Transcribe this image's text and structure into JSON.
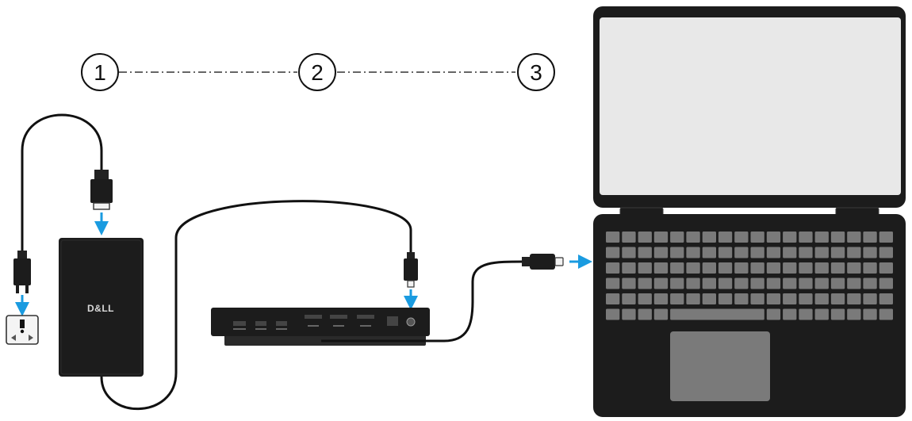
{
  "steps": [
    {
      "number": "1"
    },
    {
      "number": "2"
    },
    {
      "number": "3"
    }
  ],
  "adapter": {
    "brand_text": "D&LL"
  },
  "colors": {
    "arrow": "#1a9be0",
    "device_dark": "#1c1c1c",
    "screen": "#e8e8e8",
    "key": "#7a7a7a",
    "cable": "#111111"
  }
}
